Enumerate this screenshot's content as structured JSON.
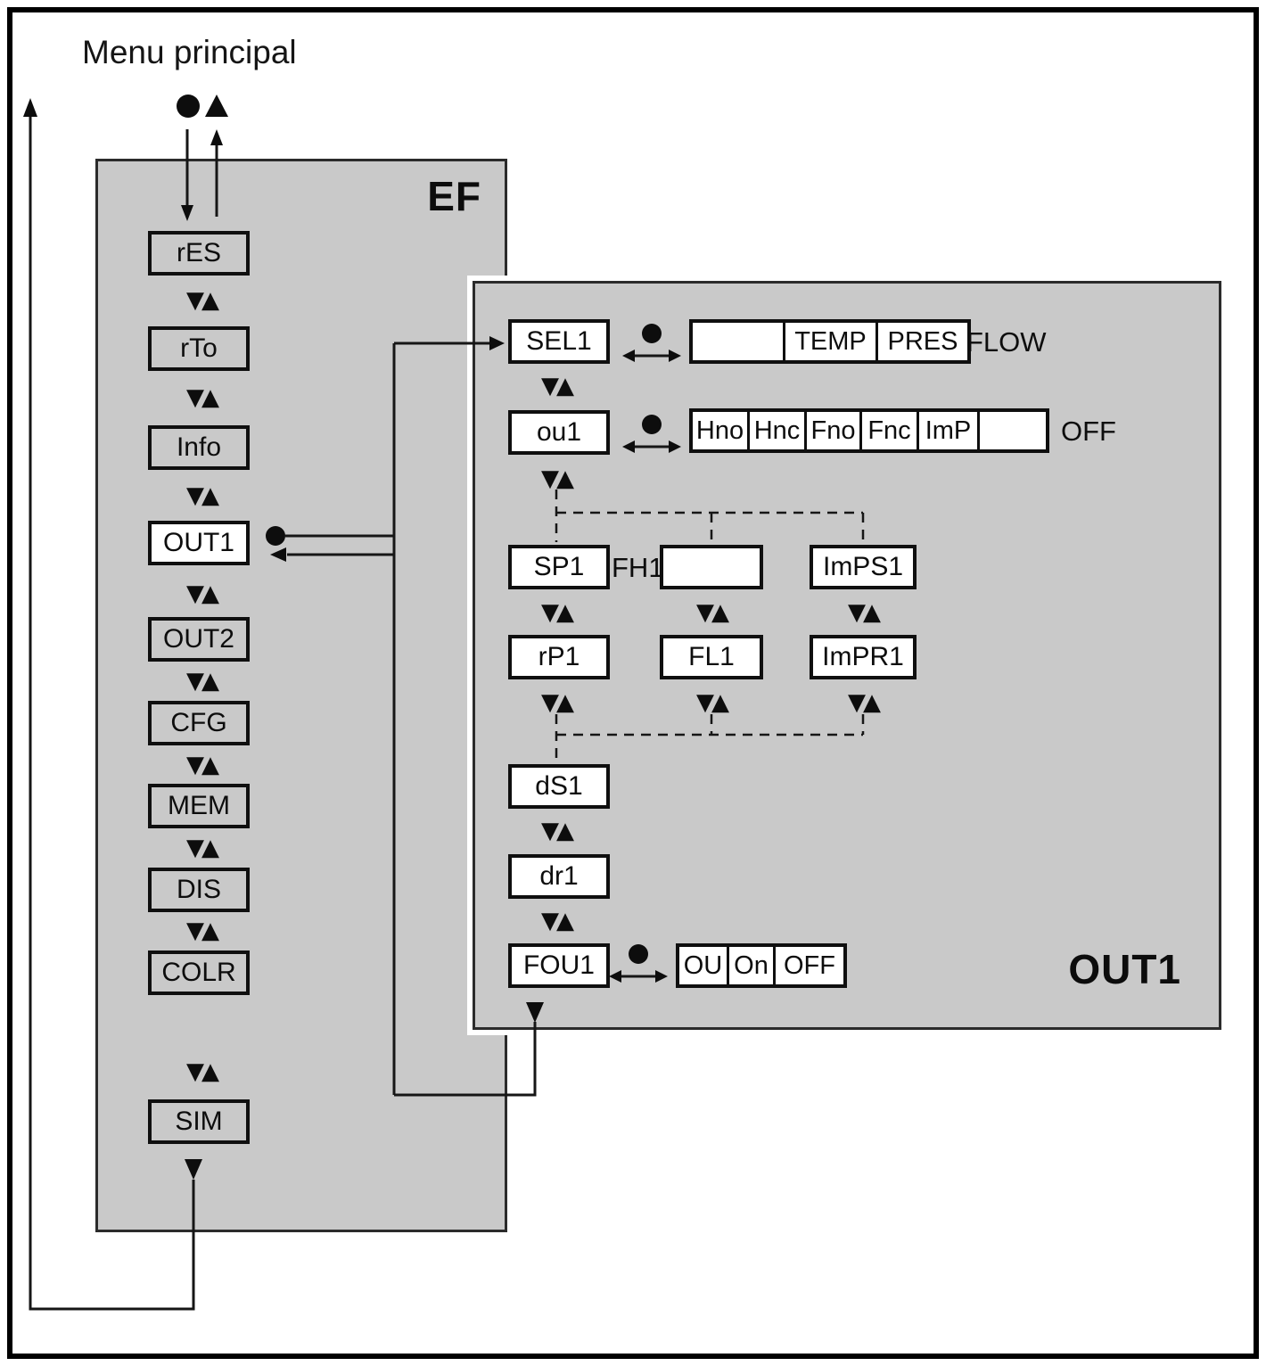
{
  "diagram_title": "Menu principal",
  "colors": {
    "panel_fill": "#c9c9c9",
    "box_border": "#0f0f0f",
    "line": "#161616",
    "highlight_fill": "#ffffff"
  },
  "symbols": {
    "enter_dot": "●",
    "up": "▲",
    "down": "▼",
    "up_down": "▼▲"
  },
  "ef_panel": {
    "label": "EF",
    "items": [
      {
        "label": "rES"
      },
      {
        "label": "rTo"
      },
      {
        "label": "Info"
      },
      {
        "label": "OUT1",
        "highlighted": true
      },
      {
        "label": "OUT2"
      },
      {
        "label": "CFG"
      },
      {
        "label": "MEM"
      },
      {
        "label": "DIS"
      },
      {
        "label": "COLR"
      },
      {
        "label": "SIM"
      }
    ]
  },
  "out1_panel": {
    "label": "OUT1",
    "params": {
      "sel1": "SEL1",
      "ou1": "ou1",
      "sp1": "SP1",
      "fh1": "FH1",
      "imps1": "ImPS1",
      "rp1": "rP1",
      "fl1": "FL1",
      "impr1": "ImPR1",
      "ds1": "dS1",
      "dr1": "dr1",
      "fou1": "FOU1"
    },
    "sel1_options": {
      "cells": [
        "",
        "TEMP",
        "PRES"
      ],
      "overflow_label": "FLOW"
    },
    "ou1_options": {
      "cells": [
        "Hno",
        "Hnc",
        "Fno",
        "Fnc",
        "ImP",
        ""
      ],
      "overflow_label": "OFF"
    },
    "fou1_options": {
      "cells": [
        "OU",
        "On",
        "OFF"
      ]
    }
  }
}
